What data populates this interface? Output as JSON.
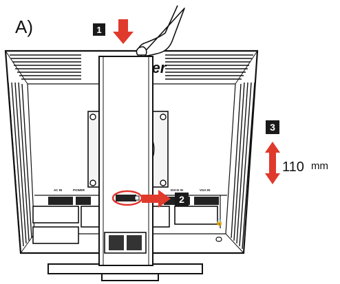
{
  "figure": {
    "label": "A)"
  },
  "steps": [
    {
      "number": "1"
    },
    {
      "number": "2"
    },
    {
      "number": "3"
    }
  ],
  "height_adjustment": {
    "value": "110",
    "unit": "mm"
  },
  "ports": {
    "ac_in": "AC IN",
    "power": "POWER",
    "dvi_in": "DVI-D IN",
    "vga_in": "VGA IN"
  },
  "brand_logo": "acer",
  "colors": {
    "arrow_red": "#e03a2c",
    "step_box": "#1a1a1a",
    "highlight_ring": "#e0302a",
    "line": "#111111"
  }
}
